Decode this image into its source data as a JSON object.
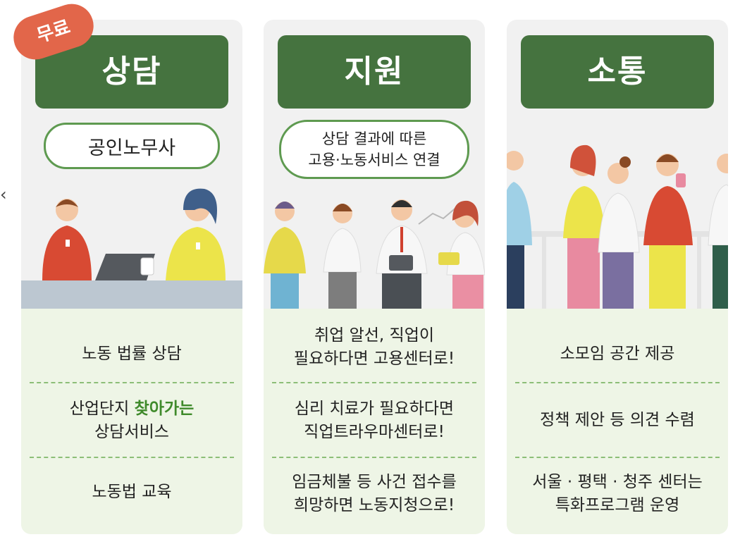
{
  "nav": {
    "prev_arrow": "‹"
  },
  "badge": {
    "label": "무료"
  },
  "cards": [
    {
      "title": "상담",
      "subtitle": "공인노무사",
      "items": [
        "노동 법률 상담",
        "산업단지 ",
        "찾아가는",
        "상담서비스",
        "노동법 교육"
      ]
    },
    {
      "title": "지원",
      "subtitle_line1": "상담 결과에 따른",
      "subtitle_line2": "고용·노동서비스 연결",
      "items": [
        [
          "취업 알선, 직업이",
          "필요하다면 고용센터로!"
        ],
        [
          "심리 치료가 필요하다면",
          "직업트라우마센터로!"
        ],
        [
          "임금체불 등 사건 접수를",
          "희망하면 노동지청으로!"
        ]
      ]
    },
    {
      "title": "소통",
      "items": [
        [
          "소모임 공간 제공"
        ],
        [
          "정책 제안 등 의견 수렴"
        ],
        [
          "서울 · 평택 · 청주 센터는",
          "특화프로그램 운영"
        ]
      ]
    }
  ],
  "colors": {
    "header_green": "#45733f",
    "lower_bg": "#eef5e6",
    "badge": "#e2664a",
    "highlight": "#3f8a2b"
  }
}
